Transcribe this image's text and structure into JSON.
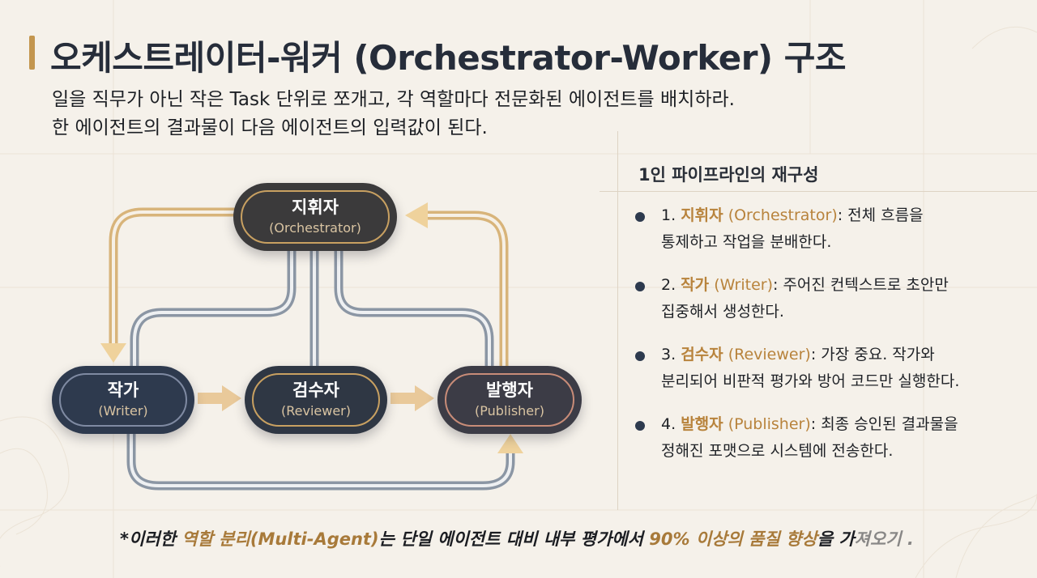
{
  "header": {
    "title": "오케스트레이터-워커 (Orchestrator-Worker) 구조",
    "subtitle_line1": "일을 직무가 아닌 작은 Task 단위로 쪼개고, 각 역할마다 전문화된 에이전트를 배치하라.",
    "subtitle_line2": "한 에이전트의 결과물이 다음 에이전트의 입력값이 된다."
  },
  "diagram": {
    "nodes": {
      "orchestrator": {
        "name": "지휘자",
        "sub": "(Orchestrator)"
      },
      "writer": {
        "name": "작가",
        "sub": "(Writer)"
      },
      "reviewer": {
        "name": "검수자",
        "sub": "(Reviewer)"
      },
      "publisher": {
        "name": "발행자",
        "sub": "(Publisher)"
      }
    }
  },
  "panel": {
    "title": "1인 파이프라인의 재구성",
    "roles": [
      {
        "num": "1.",
        "name": "지휘자",
        "en": "(Orchestrator)",
        "desc": ": 전체 흐름을",
        "line2": "통제하고 작업을 분배한다."
      },
      {
        "num": "2.",
        "name": "작가",
        "en": "(Writer)",
        "desc": ": 주어진 컨텍스트로 초안만",
        "line2": "집중해서 생성한다."
      },
      {
        "num": "3.",
        "name": "검수자",
        "en": "(Reviewer)",
        "desc": ": 가장 중요. 작가와",
        "line2": "분리되어 비판적 평가와 방어 코드만 실행한다."
      },
      {
        "num": "4.",
        "name": "발행자",
        "en": "(Publisher)",
        "desc": ": 최종 승인된 결과물을",
        "line2": "정해진 포맷으로 시스템에 전송한다."
      }
    ]
  },
  "footnote": {
    "prefix": "*이러한 ",
    "hl1": "역할 분리(Multi-Agent)",
    "mid": "는 단일 에이전트 대비 내부 평가에서 ",
    "hl2": "90% 이상의 품질 향상",
    "suffix": "을 가",
    "faded": "져오기 ."
  },
  "colors": {
    "accent": "#c3964f",
    "highlight": "#b8833c",
    "node_dark": "#2e3a4e",
    "background": "#f5f1ea"
  }
}
